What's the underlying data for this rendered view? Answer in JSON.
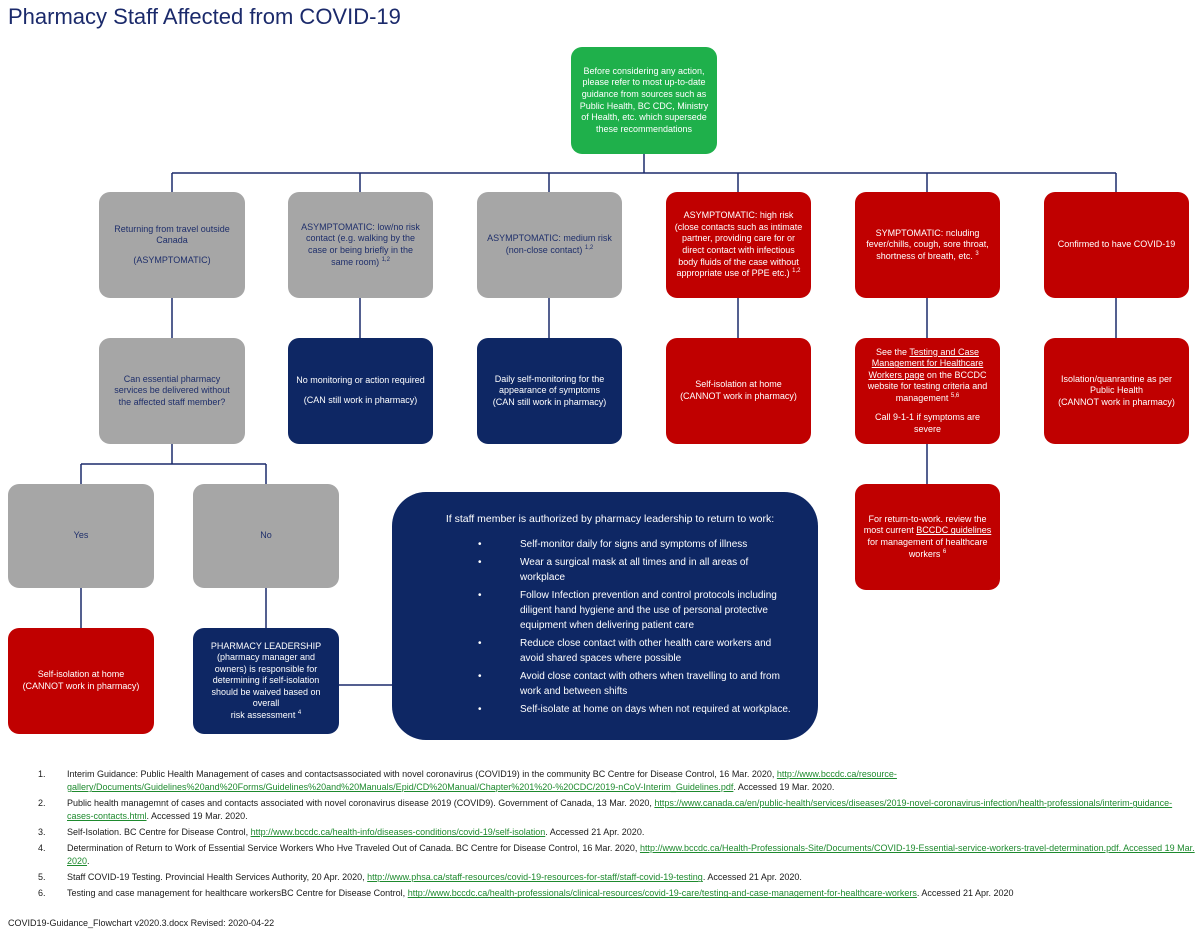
{
  "title": "Pharmacy Staff  Affected from COVID-19",
  "top_box": "Before considering any action, please refer to most up-to-date guidance from sources such as Public Health, BC CDC, Ministry of Health, etc. which supersede these recommendations",
  "travel_box": {
    "line1": "Returning from travel outside Canada",
    "line2": "(ASYMPTOMATIC)"
  },
  "low_risk_box": {
    "text": "ASYMPTOMATIC: low/no risk contact (e.g. walking by the case or being briefly in the same room)",
    "sup": "1,2"
  },
  "medium_risk_box": {
    "text": "ASYMPTOMATIC: medium risk (non-close contact)",
    "sup": "1,2"
  },
  "high_risk_box": {
    "text": "ASYMPTOMATIC: high risk (close contacts such as intimate partner, providing care for or direct contact with infectious body fluids of the case without appropriate use of PPE etc.)",
    "sup": "1,2"
  },
  "symptomatic_box": {
    "text": "SYMPTOMATIC:  ncluding fever/chills, cough, sore throat, shortness of breath, etc.",
    "sup": "3"
  },
  "confirmed_box": "Confirmed to have COVID-19",
  "essential_box": "Can essential pharmacy services be delivered without the affected staff member?",
  "no_monitoring_box": {
    "line1": "No monitoring or action required",
    "line2": "(CAN still work in pharmacy)"
  },
  "self_monitoring_box": {
    "line1": "Daily self-monitoring for the appearance of symptoms",
    "line2": "(CAN still work in pharmacy)"
  },
  "self_isolation_high_box": {
    "line1": "Self-isolation at home",
    "line2": "(CANNOT work in pharmacy)"
  },
  "testing_box": {
    "pre": "See the",
    "link": "Testing and Case Management for Healthcare Workers page",
    "post": "on the BCCDC website for testing criteria and management",
    "sup": "5,6",
    "call": "Call 9-1-1 if symptoms are severe"
  },
  "isolation_quarantine_box": {
    "line1": "Isolation/quanrantine as per Public Health",
    "line2": "(CANNOT work in pharmacy)"
  },
  "yes_box": "Yes",
  "no_box": "No",
  "return_to_work_box": {
    "pre": "For return-to-work. review the most current",
    "link": "BCCDC guidelines",
    "post": "for management of healthcare workers",
    "sup": "6"
  },
  "self_isolation_yes_box": {
    "line1": "Self-isolation at home",
    "line2": "(CANNOT work in pharmacy)"
  },
  "leadership_box": {
    "line1": "PHARMACY LEADERSHIP",
    "line2": "(pharmacy manager and owners) is responsible for determining if self-isolation should be waived based on overall",
    "line3": "risk assessment",
    "sup": "4"
  },
  "authorized_box": {
    "heading": "If staff member is authorized by pharmacy leadership to return to work:",
    "bullet": "•",
    "bullets": [
      "Self-monitor daily for signs and symptoms of illness",
      "Wear a surgical mask at all times and in all areas of workplace",
      "Follow Infection prevention and control protocols including diligent hand hygiene and the use of personal protective equipment when delivering patient care",
      "Reduce close contact with other health care workers and avoid shared spaces where possible",
      "Avoid close contact with others when travelling to and from work and between shifts",
      "Self-isolate at home on days when not required at workplace."
    ]
  },
  "references": [
    {
      "num": "1.",
      "text": "Interim Guidance: Public Health Management of cases and contactsassociated with novel coronavirus (COVID19) in the community BC Centre for Disease Control, 16 Mar. 2020,",
      "link": "http://www.bccdc.ca/resource-gallery/Documents/Guidelines%20and%20Forms/Guidelines%20and%20Manuals/Epid/CD%20Manual/Chapter%201%20-%20CDC/2019-nCoV-Interim_Guidelines.pdf",
      "after": ". Accessed 19 Mar. 2020."
    },
    {
      "num": "2.",
      "text": "Public health managemnt of cases and contacts associated with novel coronavirus disease 2019 (COVID9). Government of Canada, 13 Mar. 2020,",
      "link": "https://www.canada.ca/en/public-health/services/diseases/2019-novel-coronavirus-infection/health-professionals/interim-guidance-cases-contacts.html",
      "after": ". Accessed 19 Mar. 2020."
    },
    {
      "num": "3.",
      "text": "Self-Isolation. BC Centre for Disease Control,",
      "link": "http://www.bccdc.ca/health-info/diseases-conditions/covid-19/self-isolation",
      "after": ". Accessed 21 Apr. 2020."
    },
    {
      "num": "4.",
      "text": "Determination of Return to Work of Essential Service Workers Who Hve Traveled Out of Canada. BC Centre for Disease Control, 16 Mar. 2020,",
      "link": "http://www.bccdc.ca/Health-Professionals-Site/Documents/COVID-19-Essential-service-workers-travel-determination.pdf. Accessed 19 Mar. 2020",
      "after": "."
    },
    {
      "num": "5.",
      "text": "Staff COVID-19 Testing. Provincial Health Services Authority, 20 Apr. 2020,",
      "link": "http://www.phsa.ca/staff-resources/covid-19-resources-for-staff/staff-covid-19-testing",
      "after": ". Accessed 21 Apr. 2020."
    },
    {
      "num": "6.",
      "text": "Testing and case management for healthcare workersBC Centre for Disease Control,",
      "link": "http://www.bccdc.ca/health-professionals/clinical-resources/covid-19-care/testing-and-case-management-for-healthcare-workers",
      "after": ". Accessed 21 Apr. 2020"
    }
  ],
  "footer": "COVID19-Guidance_Flowchart v2020.3.docx  Revised: 2020-04-22",
  "colors": {
    "green": "#1fb04b",
    "gray": "#a6a6a6",
    "red": "#c00000",
    "navy": "#0e2764",
    "line": "#1b2a6b",
    "link": "#1e8a2e"
  }
}
